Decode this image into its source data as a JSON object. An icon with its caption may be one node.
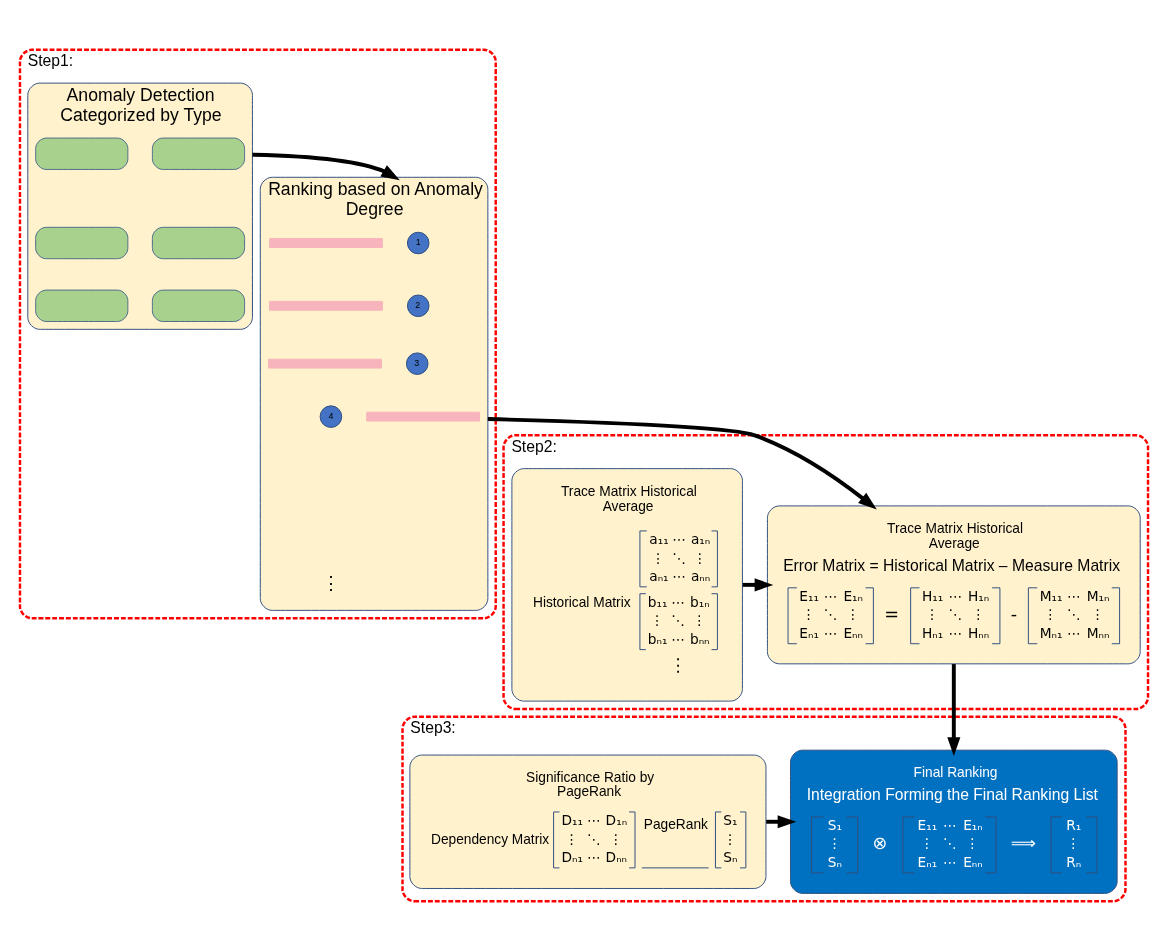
{
  "diagram": {
    "nodes": [
      {
        "text": [
          "Step1:"
        ]
      },
      {
        "text": [
          "Anomaly Detection Categorized by Type"
        ],
        "in": 0
      },
      {
        "text": [],
        "shape": "box",
        "in": 1
      },
      {
        "text": [],
        "shape": "box",
        "in": 1
      },
      {
        "text": [],
        "shape": "box",
        "in": 1
      },
      {
        "text": [],
        "shape": "box",
        "in": 1
      },
      {
        "text": [],
        "shape": "box",
        "in": 1
      },
      {
        "text": [],
        "shape": "box",
        "in": 1
      },
      {
        "text": [
          "Ranking based on Anomaly Degree"
        ],
        "in": 0
      },
      {
        "text": [
          "1"
        ],
        "in": 8
      },
      {
        "text": [],
        "shape": "bar",
        "in": 8
      },
      {
        "text": [
          "2"
        ],
        "in": 8
      },
      {
        "text": [],
        "shape": "bar",
        "in": 8
      },
      {
        "text": [
          "3"
        ],
        "in": 8
      },
      {
        "text": [],
        "shape": "bar",
        "in": 8
      },
      {
        "text": [
          "4"
        ],
        "in": 8
      },
      {
        "text": [],
        "shape": "bar",
        "in": 8
      },
      {
        "text": [
          "Step2:"
        ]
      },
      {
        "text": [
          "Trace Matrix Historical Average",
          "Historical Matrix",
          "a₁₁ ⋯ a₁ₙ ⋮ ⋱ ⋮ aₙ₁ ⋯ aₙₙ",
          "b₁₁ ⋯ b₁ₙ ⋮ ⋱ ⋮ bₙ₁ ⋯ bₙₙ",
          "⋮"
        ],
        "in": 17
      },
      {
        "text": [
          "Trace Matrix Historical Average",
          "Error Matrix = Historical Matrix – Measure Matrix",
          "E₁₁ ⋯ E₁ₙ ⋮ ⋱ ⋮ Eₙ₁ ⋯ Eₙₙ",
          "=",
          "H₁₁ ⋯ H₁ₙ ⋮ ⋱ ⋮ Hₙ₁ ⋯ Hₙₙ",
          "-",
          "M₁₁ ⋯ M₁ₙ ⋮ ⋱ ⋮ Mₙ₁ ⋯ Mₙₙ"
        ],
        "in": 17
      },
      {
        "text": [
          "Step3:"
        ]
      },
      {
        "text": [
          "Significance Ratio by PageRank",
          "Dependency Matrix",
          "D₁₁ ⋯ D₁ₙ ⋮ ⋱ ⋮ Dₙ₁ ⋯ Dₙₙ",
          "PageRank",
          "S₁ ⋮ Sₙ"
        ],
        "in": 20
      },
      {
        "text": [
          "Final Ranking",
          "Integration Forming the Final Ranking List",
          "S₁ ⋮ Sₙ",
          "⊗",
          "E₁₁ ⋯ E₁ₙ ⋮ ⋱ ⋮ Eₙ₁ ⋯ Eₙₙ",
          "⟹",
          "R₁ ⋮ Rₙ"
        ],
        "in": 20
      }
    ],
    "edges": [
      {
        "from": 1,
        "to": 8,
        "arrow": "to"
      },
      {
        "from": 8,
        "to": 19,
        "arrow": "to"
      },
      {
        "from": 18,
        "to": 19,
        "arrow": "to"
      },
      {
        "from": 19,
        "to": 22,
        "arrow": "to"
      },
      {
        "from": 21,
        "to": 22,
        "arrow": "to"
      }
    ],
    "labels": [
      "⋮"
    ]
  }
}
